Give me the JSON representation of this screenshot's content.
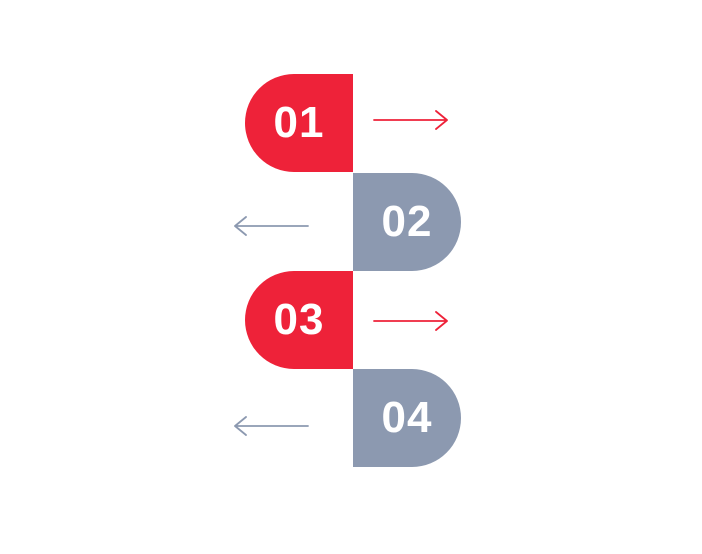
{
  "colors": {
    "accent_red": "#EE2239",
    "accent_gray": "#8C99B0",
    "background": "#FFFFFF"
  },
  "steps": [
    {
      "label": "01",
      "color": "#EE2239",
      "arrow_direction": "right"
    },
    {
      "label": "02",
      "color": "#8C99B0",
      "arrow_direction": "left"
    },
    {
      "label": "03",
      "color": "#EE2239",
      "arrow_direction": "right"
    },
    {
      "label": "04",
      "color": "#8C99B0",
      "arrow_direction": "left"
    }
  ]
}
